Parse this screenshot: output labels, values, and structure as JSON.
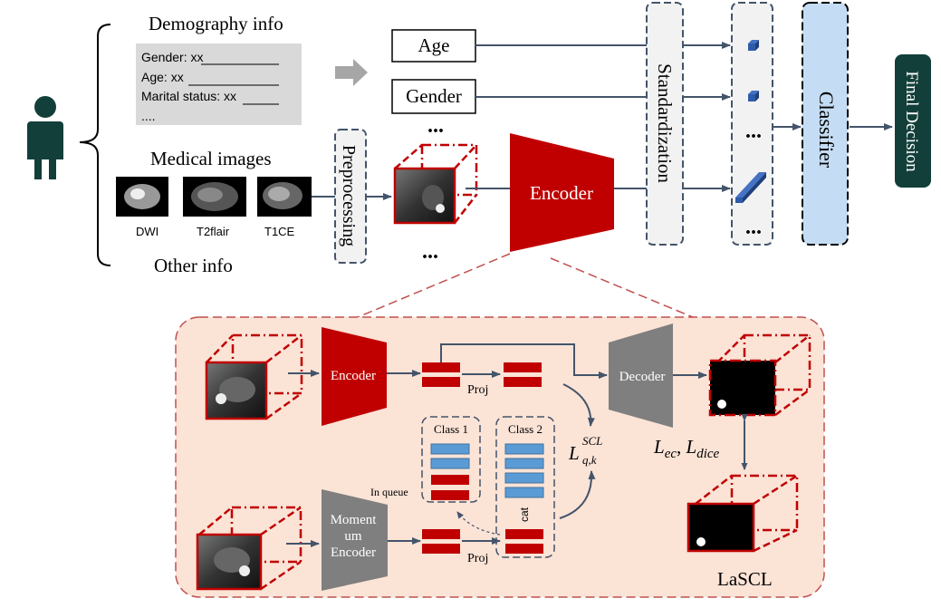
{
  "demography": {
    "title": "Demography info",
    "fields": [
      "Gender: xx",
      "Age: xx",
      "Marital status: xx",
      "...."
    ]
  },
  "medical": {
    "title": "Medical images",
    "images": [
      "DWI",
      "T2flair",
      "T1CE"
    ]
  },
  "other_info": "Other info",
  "preprocessing": "Preprocessing",
  "inputs": {
    "age": "Age",
    "gender": "Gender",
    "ellipsis": "..."
  },
  "encoder": "Encoder",
  "standardization": "Standardization",
  "classifier": "Classifier",
  "final_decision": "Final Decision",
  "lascl": {
    "title": "LaSCL",
    "encoder": "Encoder",
    "momentum_encoder": [
      "Moment",
      "um",
      "Encoder"
    ],
    "decoder": "Decoder",
    "proj": "Proj",
    "class1": "Class 1",
    "class2": "Class 2",
    "in_queue": "In queue",
    "cat": "cat",
    "scl_loss": {
      "base": "L",
      "sup": "SCL",
      "sub": "q,k"
    },
    "seg_loss": {
      "l1": "L",
      "sub1": "ec",
      "l2": "L",
      "sub2": "dice"
    }
  },
  "colors": {
    "red": "#C00000",
    "gray": "#7F7F7F",
    "blue": "#2E5BA8",
    "peach": "#FBE3D6",
    "classifier": "#C5DDF4",
    "navy": "#44546A"
  }
}
